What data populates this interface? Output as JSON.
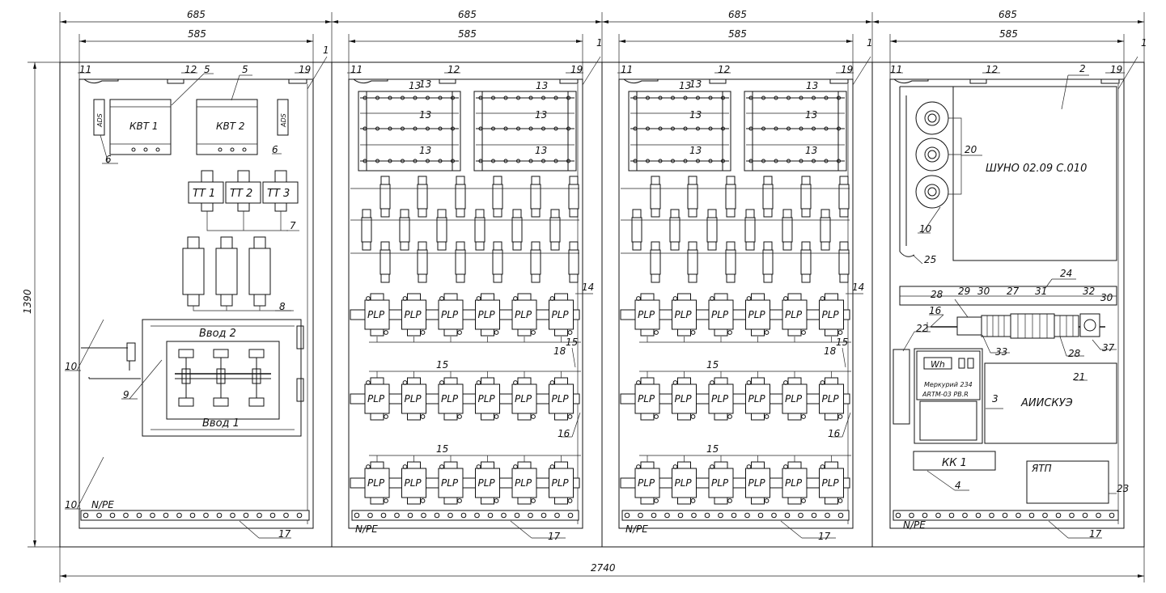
{
  "dimensions": {
    "section_width": "685",
    "inner_width": "585",
    "height": "1390",
    "total_width": "2740"
  },
  "panel1": {
    "breakers": [
      "КВТ 1",
      "КВТ 2"
    ],
    "breaker_label": "КВТ",
    "ads_label": "ADS",
    "current_transformers": [
      "ТТ 1",
      "ТТ 2",
      "ТТ 3"
    ],
    "switch_top": "Ввод 2",
    "switch_bottom": "Ввод 1",
    "bus_label": "N/PE"
  },
  "plp_label": "PLP",
  "bus_label": "N/PE",
  "panel4": {
    "meter_unit": "Wh",
    "meter_model_line1": "Меркурий 234",
    "meter_model_line2": "ARTM-03 PB.R",
    "device_2": "ШУНО 02.09 С.010",
    "device_21": "АИИСКУЭ",
    "device_4": "КК 1",
    "device_23": "ЯТП",
    "bus_label": "N/PE"
  },
  "callouts": {
    "p1": [
      "1",
      "11",
      "12",
      "5",
      "5",
      "19",
      "6",
      "6",
      "7",
      "8",
      "9",
      "10",
      "10",
      "17"
    ],
    "p2": [
      "1",
      "11",
      "12",
      "19",
      "13",
      "13",
      "13",
      "13",
      "13",
      "13",
      "13",
      "14",
      "15",
      "18",
      "15",
      "16",
      "15",
      "17"
    ],
    "p3": [
      "1",
      "11",
      "12",
      "19",
      "13",
      "13",
      "13",
      "13",
      "13",
      "13",
      "13",
      "14",
      "15",
      "18",
      "15",
      "16",
      "15",
      "17"
    ],
    "p4": [
      "1",
      "11",
      "12",
      "19",
      "2",
      "20",
      "10",
      "25",
      "24",
      "28",
      "29",
      "30",
      "27",
      "31",
      "32",
      "30",
      "16",
      "22",
      "33",
      "28",
      "37",
      "3",
      "21",
      "4",
      "23",
      "17"
    ]
  }
}
